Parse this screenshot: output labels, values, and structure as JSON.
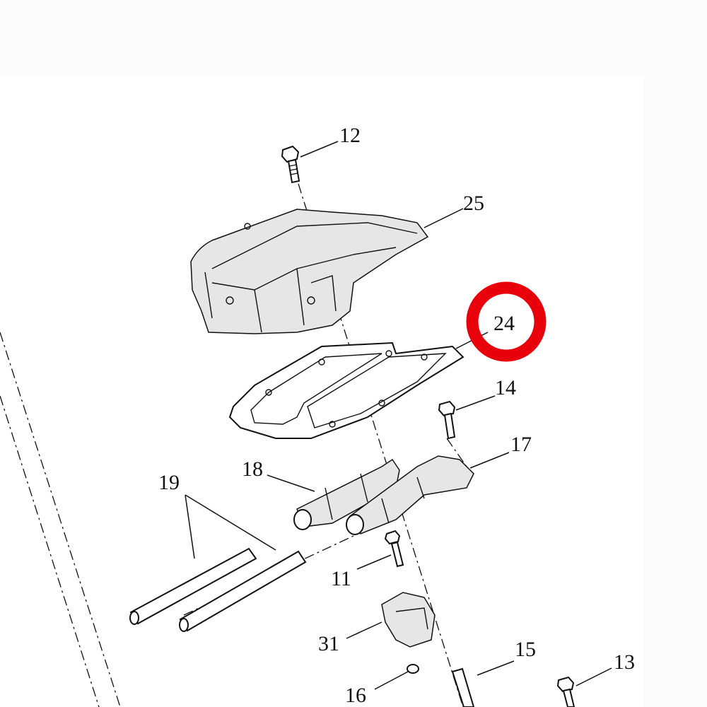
{
  "diagram": {
    "callouts": [
      {
        "id": "12",
        "label": "12"
      },
      {
        "id": "25",
        "label": "25"
      },
      {
        "id": "24",
        "label": "24",
        "highlighted": true
      },
      {
        "id": "14",
        "label": "14"
      },
      {
        "id": "17",
        "label": "17"
      },
      {
        "id": "18",
        "label": "18"
      },
      {
        "id": "19",
        "label": "19"
      },
      {
        "id": "11",
        "label": "11"
      },
      {
        "id": "31",
        "label": "31"
      },
      {
        "id": "15",
        "label": "15"
      },
      {
        "id": "13",
        "label": "13"
      },
      {
        "id": "16",
        "label": "16"
      }
    ],
    "highlight_color": "#e8000b"
  }
}
